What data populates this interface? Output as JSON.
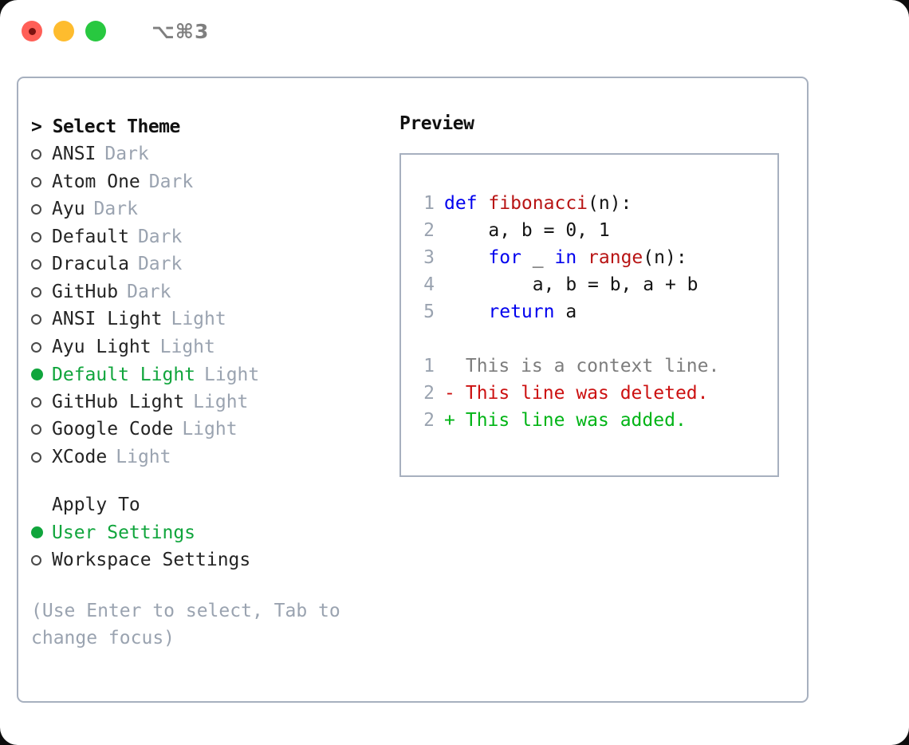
{
  "titlebar": {
    "shortcut": "⌥⌘3",
    "buttons": [
      {
        "name": "close",
        "color": "#ff5f57"
      },
      {
        "name": "minimize",
        "color": "#febc2e"
      },
      {
        "name": "maximize",
        "color": "#28c840"
      }
    ]
  },
  "theme_panel": {
    "header": "> Select Theme",
    "items": [
      {
        "bullet": "o",
        "label": "ANSI",
        "tag": "Dark",
        "selected": false
      },
      {
        "bullet": "o",
        "label": "Atom One",
        "tag": "Dark",
        "selected": false
      },
      {
        "bullet": "o",
        "label": "Ayu",
        "tag": "Dark",
        "selected": false
      },
      {
        "bullet": "o",
        "label": "Default",
        "tag": "Dark",
        "selected": false
      },
      {
        "bullet": "o",
        "label": "Dracula",
        "tag": "Dark",
        "selected": false
      },
      {
        "bullet": "o",
        "label": "GitHub",
        "tag": "Dark",
        "selected": false
      },
      {
        "bullet": "o",
        "label": "ANSI Light",
        "tag": "Light",
        "selected": false
      },
      {
        "bullet": "o",
        "label": "Ayu Light",
        "tag": "Light",
        "selected": false
      },
      {
        "bullet": "●",
        "label": "Default Light",
        "tag": "Light",
        "selected": true
      },
      {
        "bullet": "o",
        "label": "GitHub Light",
        "tag": "Light",
        "selected": false
      },
      {
        "bullet": "o",
        "label": "Google Code",
        "tag": "Light",
        "selected": false
      },
      {
        "bullet": "o",
        "label": "XCode",
        "tag": "Light",
        "selected": false
      }
    ]
  },
  "apply_to": {
    "label": "Apply To",
    "options": [
      {
        "bullet": "●",
        "label": "User Settings",
        "selected": true
      },
      {
        "bullet": "o",
        "label": "Workspace Settings",
        "selected": false
      }
    ]
  },
  "hint": "(Use Enter to select, Tab to change focus)",
  "preview": {
    "heading": "Preview",
    "code_lines": [
      {
        "no": "1",
        "tokens": [
          {
            "t": "def ",
            "c": "kw"
          },
          {
            "t": "fibonacci",
            "c": "fn"
          },
          {
            "t": "(n):",
            "c": "txt"
          }
        ]
      },
      {
        "no": "2",
        "tokens": [
          {
            "t": "    a, b = 0, 1",
            "c": "txt"
          }
        ]
      },
      {
        "no": "3",
        "tokens": [
          {
            "t": "    ",
            "c": "txt"
          },
          {
            "t": "for",
            "c": "kw"
          },
          {
            "t": " _ ",
            "c": "txt"
          },
          {
            "t": "in ",
            "c": "kw"
          },
          {
            "t": "range",
            "c": "fn"
          },
          {
            "t": "(n):",
            "c": "txt"
          }
        ]
      },
      {
        "no": "4",
        "tokens": [
          {
            "t": "        a, b = b, a + b",
            "c": "txt"
          }
        ]
      },
      {
        "no": "5",
        "tokens": [
          {
            "t": "    ",
            "c": "txt"
          },
          {
            "t": "return",
            "c": "kw"
          },
          {
            "t": " a",
            "c": "txt"
          }
        ]
      }
    ],
    "diff_lines": [
      {
        "no": "1",
        "mark": " ",
        "text": "This is a context line.",
        "kind": "context"
      },
      {
        "no": "2",
        "mark": "-",
        "text": "This line was deleted.",
        "kind": "deleted"
      },
      {
        "no": "2",
        "mark": "+",
        "text": "This line was added.",
        "kind": "added"
      }
    ]
  },
  "colors": {
    "accent_green": "#10a53c",
    "muted_gray": "#9aa3b0",
    "border": "#a7b0bf",
    "keyword_blue": "#0000ee",
    "function_red": "#b81414",
    "diff_deleted": "#cc1111",
    "diff_added": "#00b416"
  }
}
